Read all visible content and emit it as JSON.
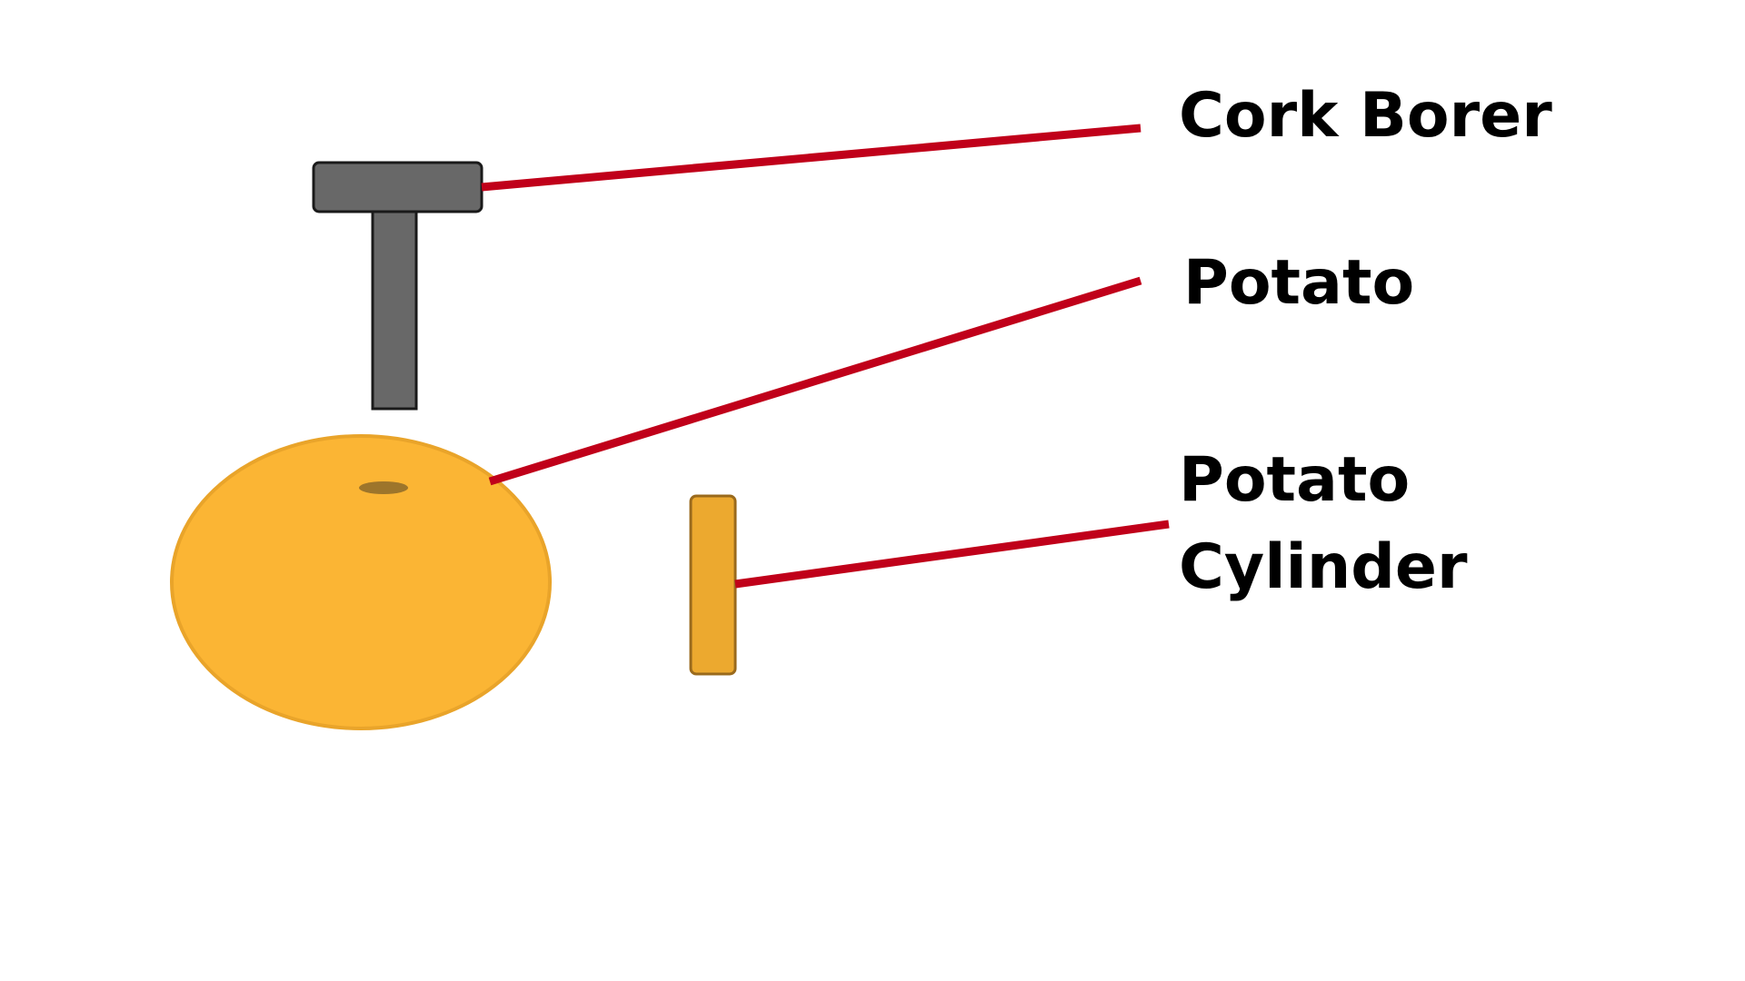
{
  "labels": {
    "cork_borer": "Cork Borer",
    "potato": "Potato",
    "potato_cylinder_line1": "Potato",
    "potato_cylinder_line2": "Cylinder"
  },
  "colors": {
    "background": "#ffffff",
    "leader_line": "#c0001a",
    "cork_borer_fill": "#686868",
    "cork_borer_stroke": "#1a1a1a",
    "potato_fill": "#fbb534",
    "potato_stroke": "#e9a42a",
    "potato_hole": "#8c6a2a",
    "cylinder_fill": "#eca92f",
    "cylinder_stroke": "#9a6a1c",
    "label_text": "#000000"
  }
}
